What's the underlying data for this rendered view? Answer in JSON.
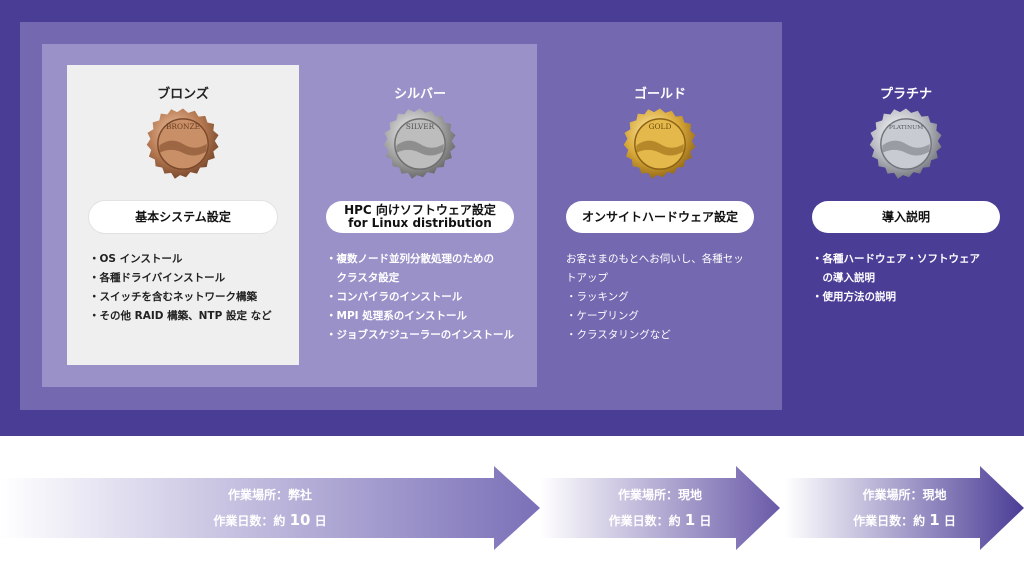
{
  "tiers": [
    {
      "name": "ブロンズ",
      "medal_text": "BRONZE",
      "service": "基本システム設定",
      "items": [
        "・OS インストール",
        "・各種ドライバインストール",
        "・スイッチを含むネットワーク構築",
        "・その他 RAID 構築、NTP 設定 など"
      ]
    },
    {
      "name": "シルバー",
      "medal_text": "SILVER",
      "service": "HPC 向けソフトウェア設定",
      "service_line2": "for Linux distribution",
      "items": [
        "・複数ノード並列分散処理のための",
        "　クラスタ設定",
        "・コンパイラのインストール",
        "・MPI 処理系のインストール",
        "・ジョブスケジューラーのインストール"
      ]
    },
    {
      "name": "ゴールド",
      "medal_text": "GOLD",
      "service": "オンサイトハードウェア設定",
      "items": [
        "お客さまのもとへお伺いし、各種セッ",
        "トアップ",
        "・ラッキング",
        "・ケーブリング",
        "・クラスタリングなど"
      ]
    },
    {
      "name": "プラチナ",
      "medal_text": "PLATINUM",
      "service": "導入説明",
      "items": [
        "・各種ハードウェア・ソフトウェア",
        "　の導入説明",
        "・使用方法の説明"
      ]
    }
  ],
  "arrows": [
    {
      "location_label": "作業場所：",
      "location": "弊社",
      "days_label": "作業日数：約 ",
      "days": "10",
      "days_unit": " 日"
    },
    {
      "location_label": "作業場所：",
      "location": "現地",
      "days_label": "作業日数：約 ",
      "days": "1",
      "days_unit": " 日"
    },
    {
      "location_label": "作業場所：",
      "location": "現地",
      "days_label": "作業日数：約 ",
      "days": "1",
      "days_unit": " 日"
    }
  ],
  "colors": {
    "band": "#4a3d96",
    "layer2": "#7468b0",
    "layer3": "#9b91c9",
    "bronze": "#b77a52",
    "silver": "#a8a8a8",
    "gold": "#d9a93a",
    "platinum": "#b9bcc2"
  }
}
